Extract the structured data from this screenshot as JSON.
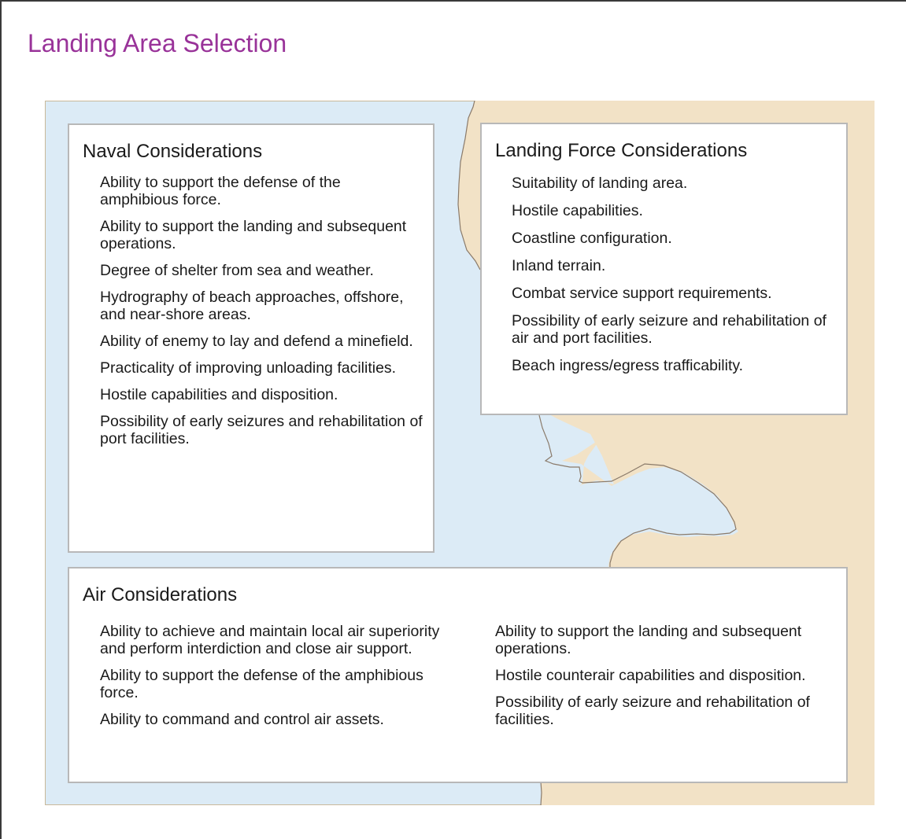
{
  "title": "Landing Area Selection",
  "colors": {
    "title": "#993399",
    "sea": "#dcebf6",
    "land": "#f2e2c6",
    "coastline": "#8a7a6a",
    "box_border": "#b8b8b8"
  },
  "naval": {
    "heading": "Naval Considerations",
    "items": [
      "Ability to support the defense of the amphibious force.",
      "Ability to support the landing and subsequent operations.",
      "Degree of shelter from sea and weather.",
      "Hydrography of beach approaches, offshore, and near-shore areas.",
      "Ability of enemy to lay and defend a minefield.",
      "Practicality of improving unloading facilities.",
      "Hostile capabilities and disposition.",
      "Possibility of early seizures and rehabilitation of port facilities."
    ]
  },
  "landing_force": {
    "heading": "Landing Force Considerations",
    "items": [
      "Suitability of landing area.",
      "Hostile capabilities.",
      "Coastline configuration.",
      "Inland terrain.",
      "Combat service support requirements.",
      "Possibility of early seizure and rehabilitation of air and port facilities.",
      "Beach ingress/egress trafficability."
    ]
  },
  "air": {
    "heading": "Air Considerations",
    "left_items": [
      "Ability to achieve and maintain local air superiority and perform interdiction and close air support.",
      "Ability to support the defense of the amphibious force.",
      "Ability to command and control air assets."
    ],
    "right_items": [
      "Ability to support the landing and subsequent operations.",
      "Hostile counterair capabilities and disposition.",
      "Possibility of early seizure and rehabilitation of facilities."
    ]
  }
}
